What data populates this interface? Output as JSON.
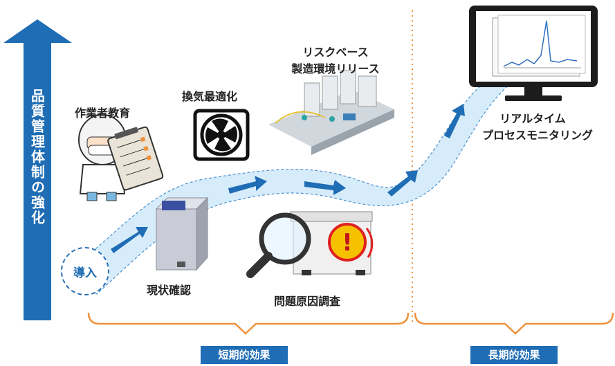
{
  "axis_label": "品質管理体制の強化",
  "intro_label": "導入",
  "steps": {
    "training": "作業者教育",
    "ventilation": "換気最適化",
    "risk_release_line1": "リスクベース",
    "risk_release_line2": "製造環境リリース",
    "status_check": "現状確認",
    "root_cause": "問題原因調査",
    "realtime_line1": "リアルタイム",
    "realtime_line2": "プロセスモニタリング"
  },
  "effects": {
    "short_term": "短期的効果",
    "long_term": "長期的効果"
  },
  "colors": {
    "primary_blue": "#1f6db4",
    "path_fill": "#d6ecfa",
    "bracket_orange": "#f0913c"
  }
}
